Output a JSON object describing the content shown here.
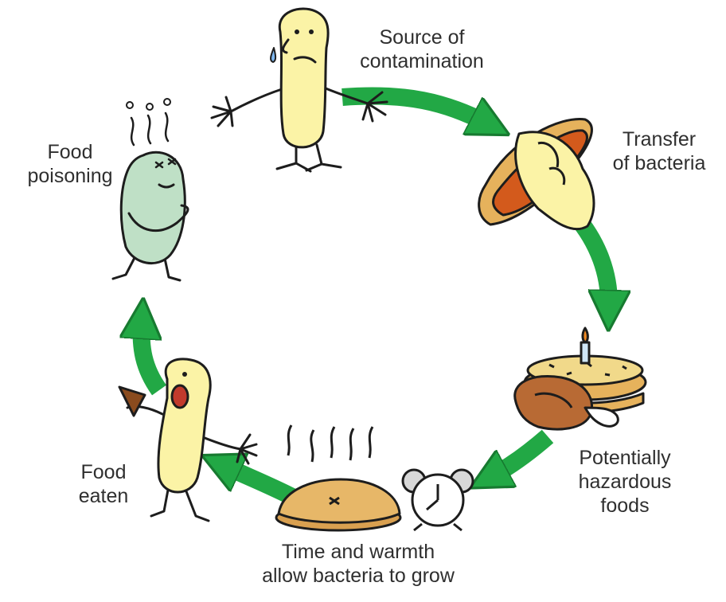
{
  "diagram": {
    "stages": [
      {
        "id": "source",
        "lines": [
          "Source of",
          "contamination"
        ]
      },
      {
        "id": "transfer",
        "lines": [
          "Transfer",
          "of bacteria"
        ]
      },
      {
        "id": "hazardous",
        "lines": [
          "Potentially",
          "hazardous",
          "foods"
        ]
      },
      {
        "id": "time",
        "lines": [
          "Time and warmth",
          "allow bacteria to grow"
        ]
      },
      {
        "id": "eaten",
        "lines": [
          "Food",
          "eaten"
        ]
      },
      {
        "id": "poisoning",
        "lines": [
          "Food",
          "poisoning"
        ]
      }
    ],
    "colors": {
      "arrow": "#22a845",
      "arrow_edge": "#177a30",
      "figure": "#fbf3a6",
      "sick_figure": "#bfe0c6",
      "bun": "#e6b25c",
      "sausage": "#d35a1c",
      "pie": "#e7b768",
      "outline": "#1d1d1d"
    }
  }
}
